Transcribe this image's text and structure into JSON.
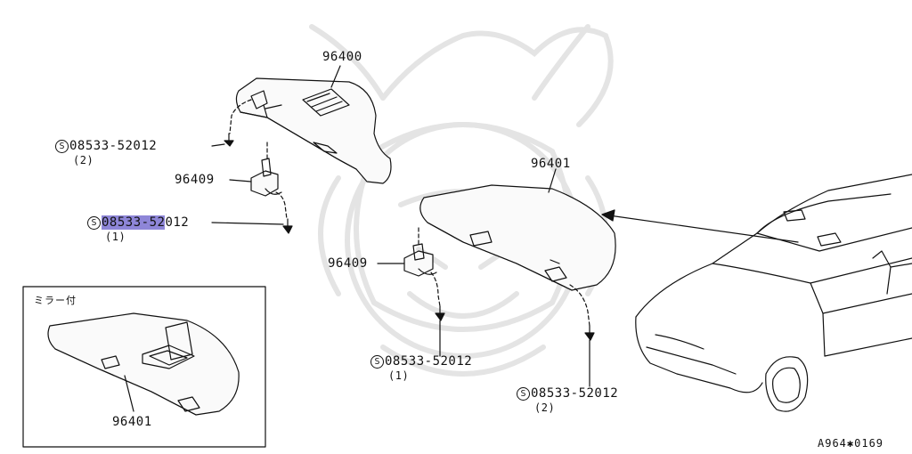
{
  "labels": {
    "upper_visor": "96400",
    "right_visor": "96401",
    "holder_left": "96409",
    "holder_right": "96409",
    "inset_visor": "96401"
  },
  "screws": [
    {
      "prefix": "S",
      "part": "08533-52012",
      "qty": "(2)"
    },
    {
      "prefix": "S",
      "part_highlighted": "08533-52",
      "part_rest": "012",
      "qty": "(1)"
    },
    {
      "prefix": "S",
      "part": "08533-52012",
      "qty": "(1)"
    },
    {
      "prefix": "S",
      "part": "08533-52012",
      "qty": "(2)"
    }
  ],
  "inset": {
    "title": "ミラー付"
  },
  "ref_code": "A964✱0169",
  "colors": {
    "line": "#111111",
    "highlight": "#8e86d8",
    "watermark": "#e6e6e6"
  }
}
